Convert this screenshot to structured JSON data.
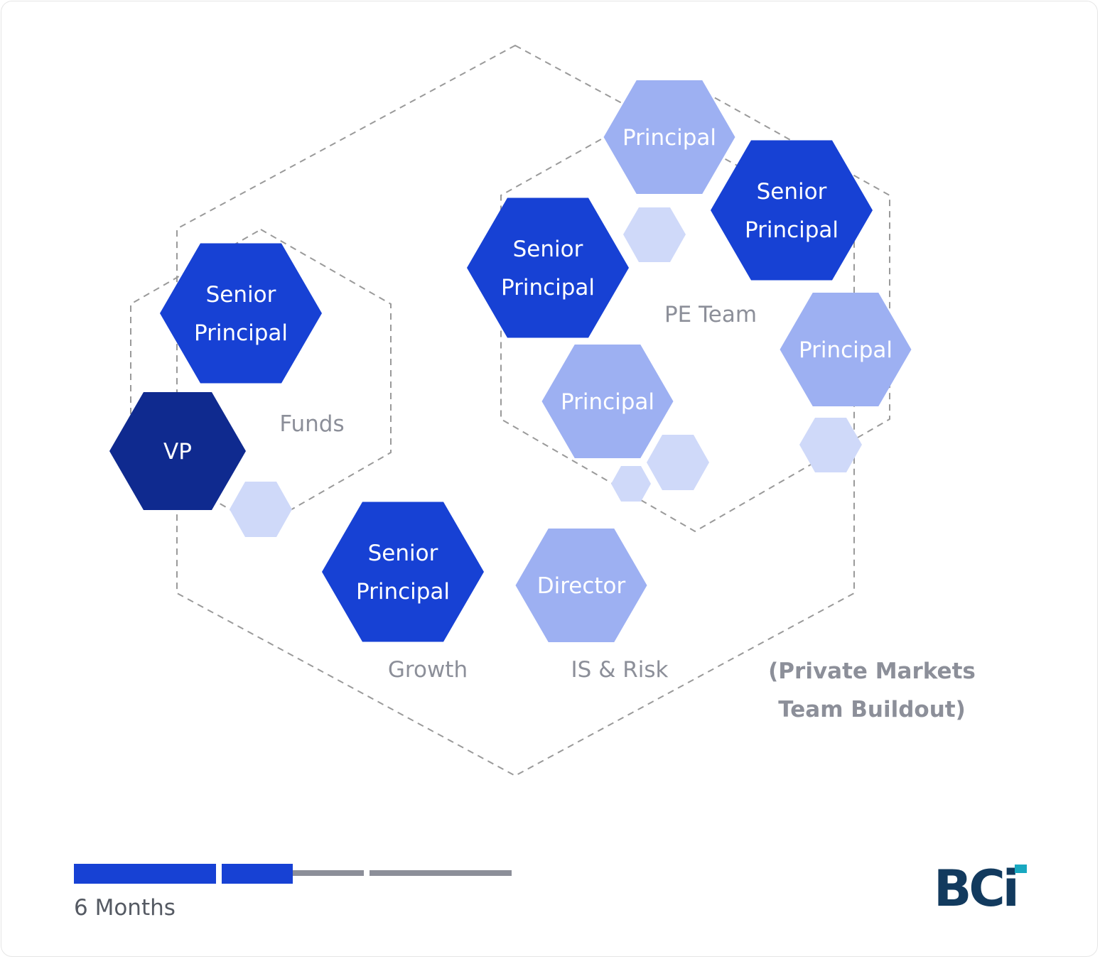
{
  "colors": {
    "dark": "#0f2a8f",
    "primary": "#1741d4",
    "light": "#9db0f2",
    "pale": "#cfd9f9",
    "dash": "#9a9a9a",
    "muted_text": "#8c8f99",
    "logo_navy": "#123a5e",
    "logo_teal": "#18a8c0"
  },
  "title": [
    "(Private Markets",
    "Team Buildout)"
  ],
  "teams": {
    "funds": "Funds",
    "pe_team": "PE Team",
    "growth": "Growth",
    "is_risk": "IS & Risk"
  },
  "roles": [
    {
      "lines": [
        "Principal"
      ],
      "tone": "light"
    },
    {
      "lines": [
        "Senior",
        "Principal"
      ],
      "tone": "primary"
    },
    {
      "lines": [
        "Senior",
        "Principal"
      ],
      "tone": "primary"
    },
    {
      "lines": [
        "Principal"
      ],
      "tone": "light"
    },
    {
      "lines": [
        "Principal"
      ],
      "tone": "light"
    },
    {
      "lines": [
        "Senior",
        "Principal"
      ],
      "tone": "primary"
    },
    {
      "lines": [
        "VP"
      ],
      "tone": "dark"
    },
    {
      "lines": [
        "Senior",
        "Principal"
      ],
      "tone": "primary"
    },
    {
      "lines": [
        "Director"
      ],
      "tone": "light"
    }
  ],
  "timeline": {
    "label": "6 Months",
    "segments": [
      {
        "status": "complete"
      },
      {
        "status": "partial",
        "progress": 0.5
      },
      {
        "status": "pending"
      }
    ]
  },
  "logo": {
    "text": "BCi"
  }
}
